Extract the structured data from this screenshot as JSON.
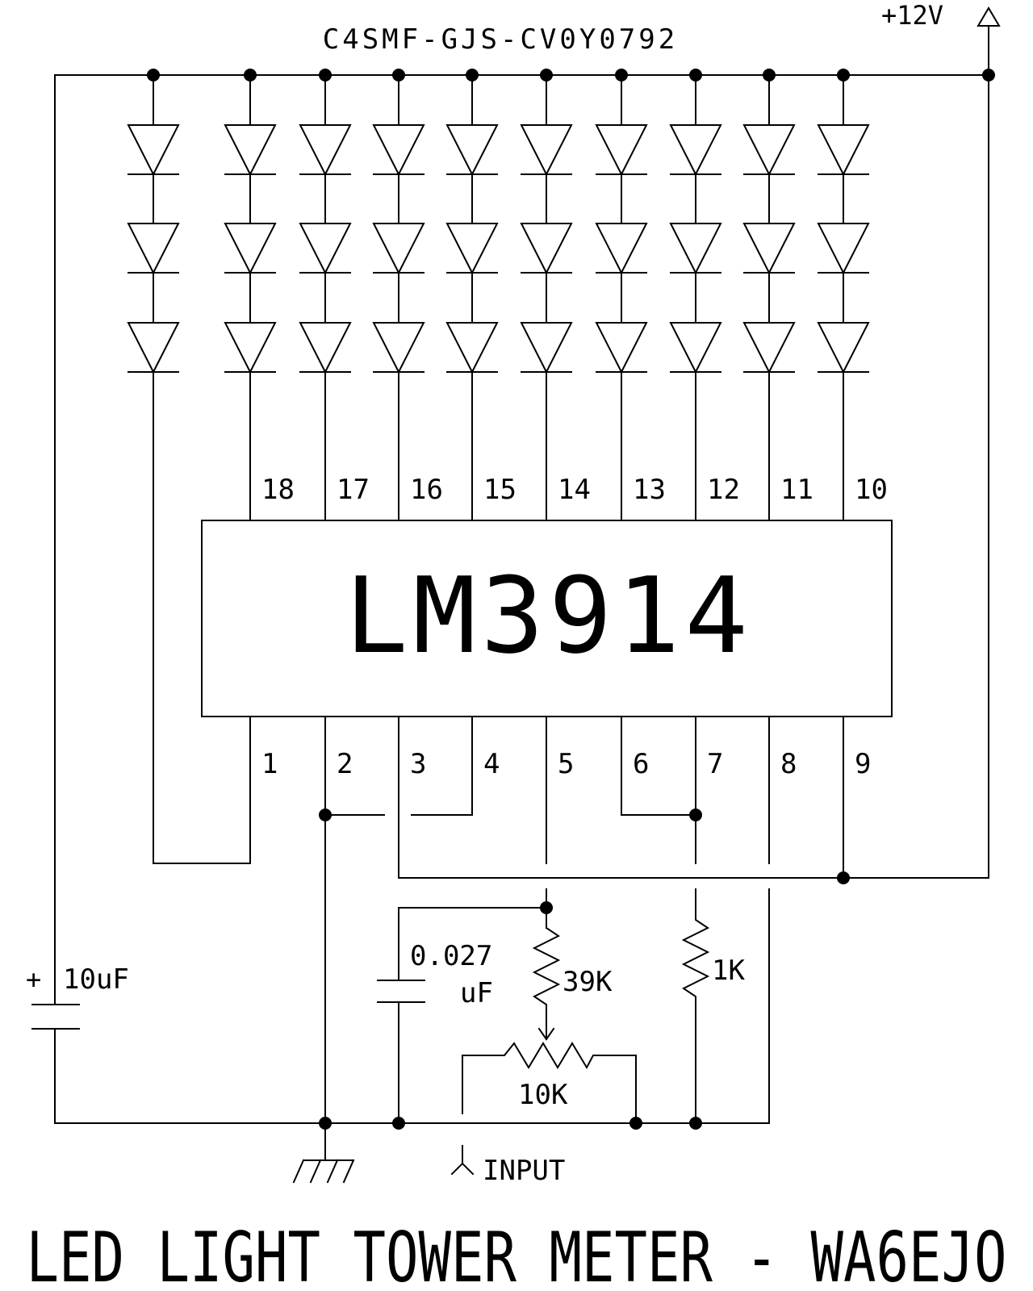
{
  "supply": {
    "label": "+12V"
  },
  "led_part": {
    "label": "C4SMF-GJS-CV0Y0792"
  },
  "ic": {
    "name": "LM3914",
    "top_pins": [
      "18",
      "17",
      "16",
      "15",
      "14",
      "13",
      "12",
      "11",
      "10"
    ],
    "bottom_pins": [
      "1",
      "2",
      "3",
      "4",
      "5",
      "6",
      "7",
      "8",
      "9"
    ]
  },
  "components": {
    "cap_10uf": {
      "plus": "+",
      "value": "10uF"
    },
    "cap_small": {
      "value_line1": "0.027",
      "value_line2": "uF"
    },
    "r_39k": {
      "value": "39K"
    },
    "r_1k": {
      "value": "1K"
    },
    "pot_10k": {
      "value": "10K"
    }
  },
  "input": {
    "label": "INPUT"
  },
  "title": "LED LIGHT TOWER METER - WA6EJO",
  "led_columns": 10,
  "leds_per_column": 3
}
